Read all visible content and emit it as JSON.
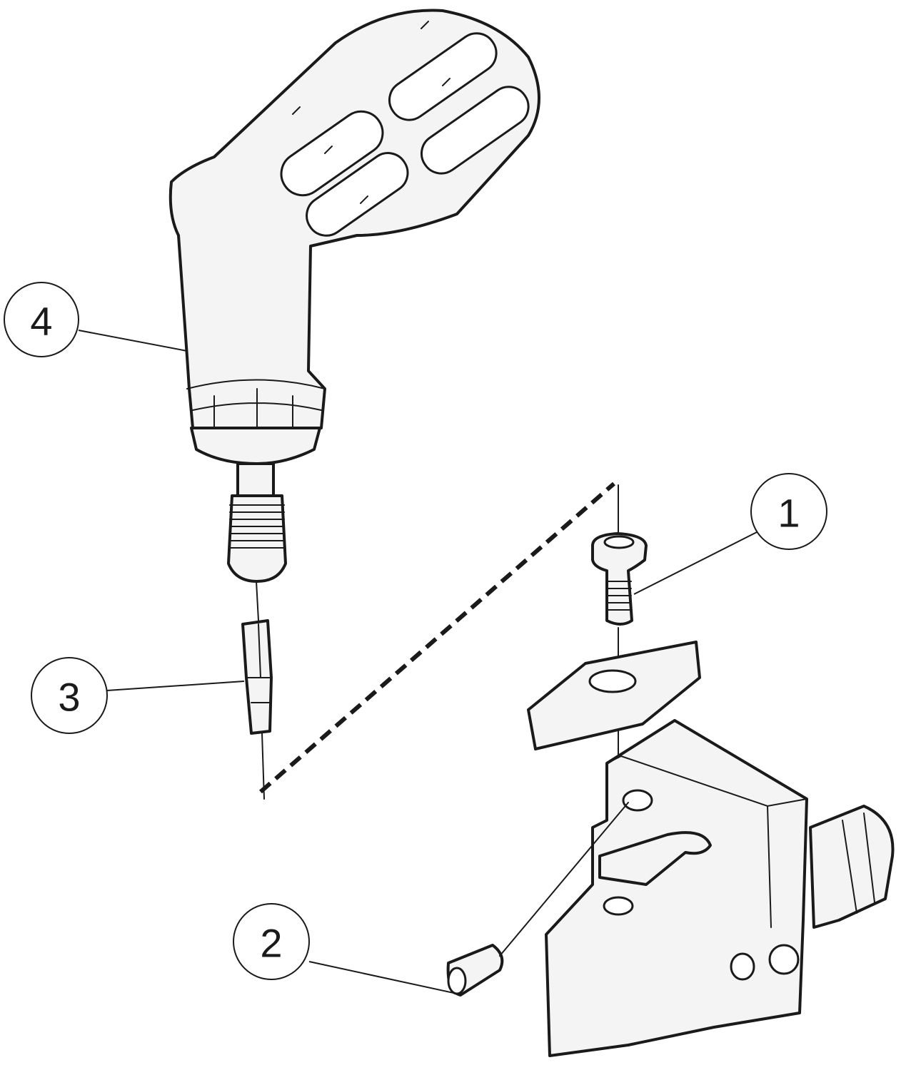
{
  "diagram": {
    "type": "exploded-assembly-view",
    "callouts": [
      {
        "id": "callout-1",
        "label": "1"
      },
      {
        "id": "callout-2",
        "label": "2"
      },
      {
        "id": "callout-3",
        "label": "3"
      },
      {
        "id": "callout-4",
        "label": "4"
      }
    ],
    "colors": {
      "line": "#1a1a1a",
      "fill": "#f4f4f4"
    }
  }
}
